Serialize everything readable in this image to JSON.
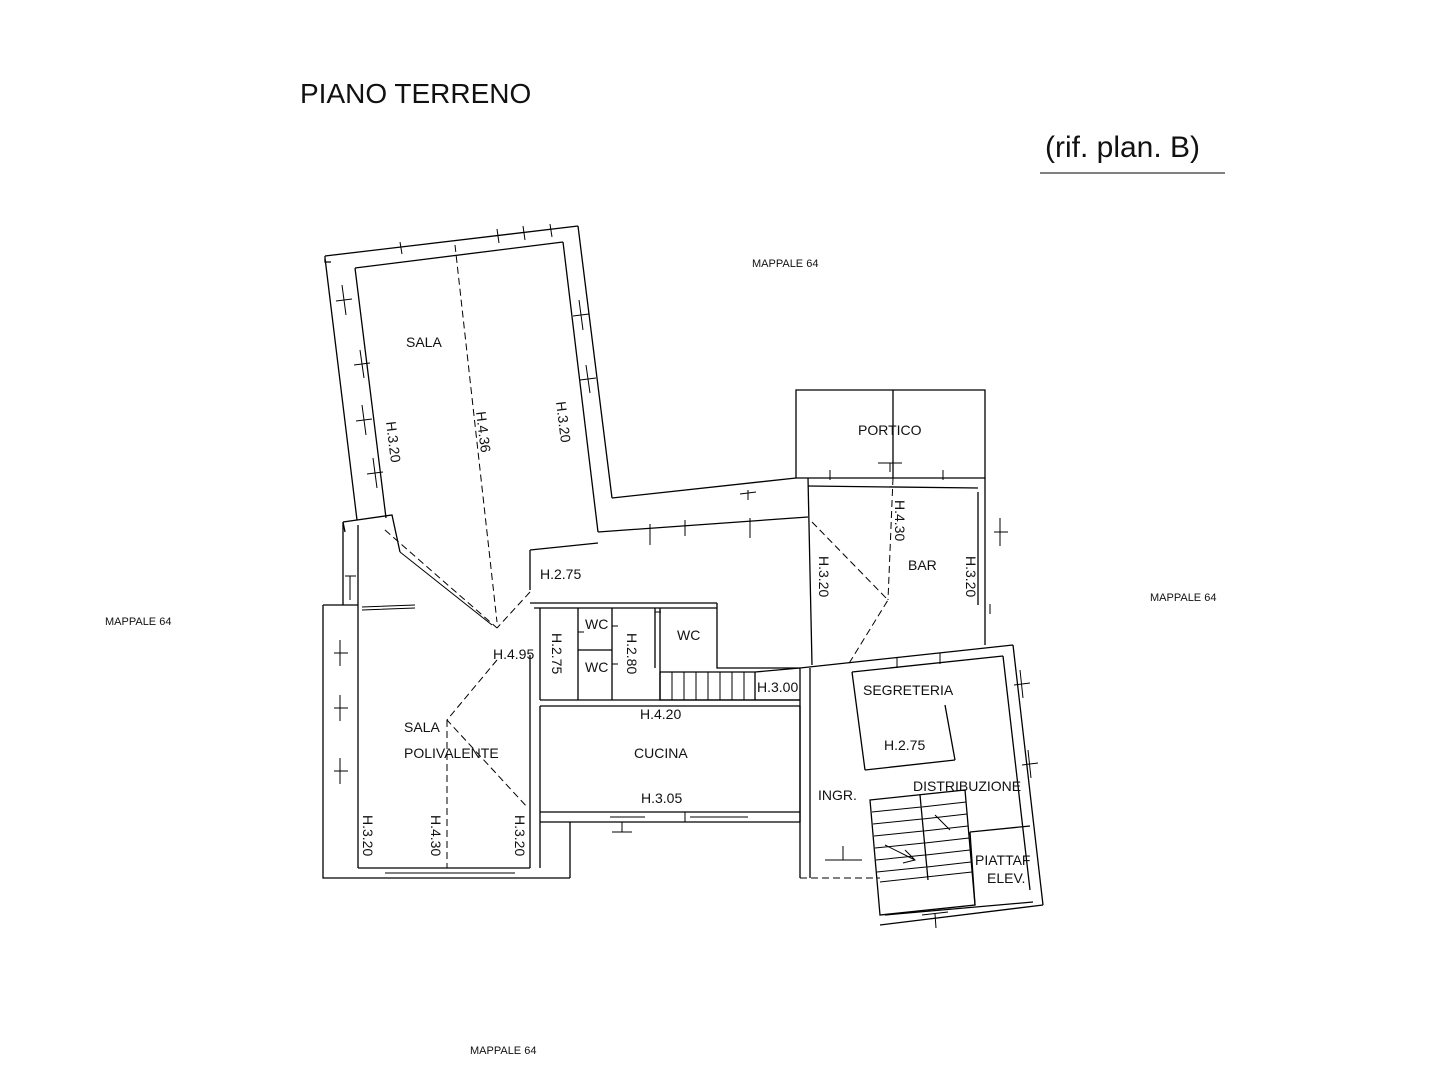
{
  "title": "PIANO TERRENO",
  "reference": "(rif. plan. B)",
  "neighbors": {
    "top": "MAPPALE 64",
    "right": "MAPPALE 64",
    "left": "MAPPALE 64",
    "bottom": "MAPPALE 64"
  },
  "rooms": {
    "sala": "SALA",
    "portico": "PORTICO",
    "bar": "BAR",
    "wc_a": "WC",
    "wc_b": "WC",
    "wc_c": "WC",
    "segreteria": "SEGRETERIA",
    "sala_polivalente_line1": "SALA",
    "sala_polivalente_line2": "POLIVALENTE",
    "cucina": "CUCINA",
    "distribuzione": "DISTRIBUZIONE",
    "ingresso": "INGR.",
    "piattaforma_line1": "PIATTAF",
    "piattaforma_line2": "ELEV."
  },
  "heights": {
    "sala_left": "H.3.20",
    "sala_center": "H.4.36",
    "sala_right": "H.3.20",
    "bar_center": "H.4.30",
    "bar_left": "H.3.20",
    "bar_right": "H.3.20",
    "hall": "H.2.75",
    "wc_left": "H.2.75",
    "wc_right": "H.2.80",
    "junction": "H.4.95",
    "stair_landing": "H.3.00",
    "cucina_top": "H.4.20",
    "segreteria": "H.2.75",
    "cucina_bottom": "H.3.05",
    "polivalente_left": "H.3.20",
    "polivalente_center": "H.4.30",
    "polivalente_right": "H.3.20"
  }
}
